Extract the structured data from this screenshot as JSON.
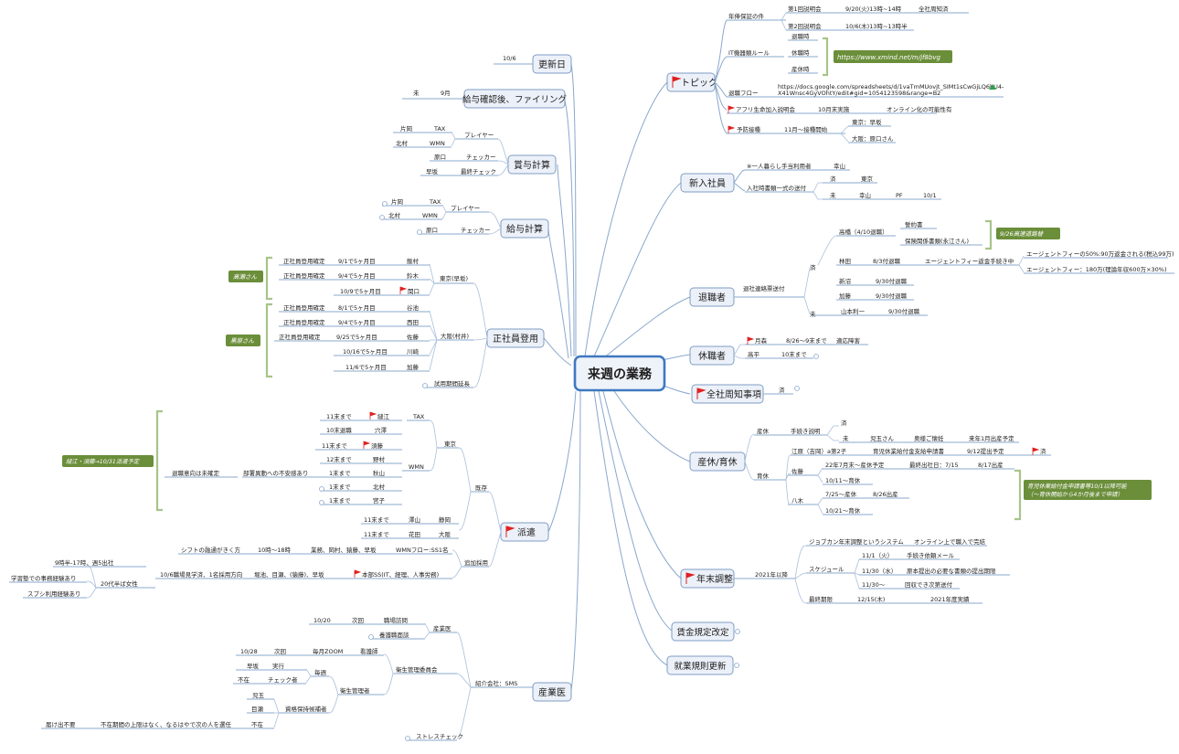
{
  "center": "来週の業務",
  "branches": {
    "topic": "トピック",
    "new_employee": "新入社員",
    "retiree": "退職者",
    "leave": "休職者",
    "notice": "全社周知事項",
    "childcare": "産休/育休",
    "year_end": "年末調整",
    "wage_rules": "賃金規定改定",
    "work_rules": "就業規則更新",
    "update_date": "更新日",
    "filing": "給与確認後、ファイリング",
    "bonus": "賞与計算",
    "payroll": "給与計算",
    "hiring": "正社員登用",
    "dispatch": "派遣",
    "doctor": "産業医"
  },
  "topic": {
    "pension": {
      "label": "年俸保証の件",
      "items": [
        {
          "name": "第1回説明会",
          "time": "9/20(火)13時~14時",
          "note": "全社周知済"
        },
        {
          "name": "第2回説明会",
          "time": "10/6(木)13時~13時半"
        }
      ]
    },
    "it_rule": {
      "label": "IT機器類ルール",
      "items": [
        "退職時",
        "休職時",
        "産休時"
      ],
      "link": "https://www.xmind.net/m/jf8bvg"
    },
    "exit_flow": {
      "label": "退職フロー",
      "url_line1": "https://docs.google.com/spreadsheets/d/1vaTmMUovjt_SIMt1sCwGjLQ6bU4-",
      "url_line2": "X41Wnsc4GyVOhtY/edit#gid=1054123598&range=B2"
    },
    "aflac": {
      "label": "アフリ生命加入説明会",
      "when": "10月末実施",
      "note": "オンライン化の可能性有"
    },
    "vaccine": {
      "label": "予防接種",
      "when": "11月〜接種開始",
      "tokyo": "東京：早坂",
      "osaka": "大阪：原口さん"
    }
  },
  "new_employee": {
    "single": "※一人暮らし手当利用者",
    "single_name": "幸山",
    "docs": "入社時書類一式の送付",
    "done": "済",
    "tokyo": "東京",
    "not_yet": "未",
    "name": "幸山",
    "pf": "PF",
    "date": "10/1"
  },
  "retiree": {
    "label": "退社連絡票送付",
    "done": "済",
    "not_yet": "未",
    "takahashi": "高橋（4/10退職）",
    "pledge": "誓約書",
    "insurance": "保険関係書類(永江さん)",
    "note_green": "9/26高速道路替",
    "hayashida": "林田",
    "hayashida_date": "8/3付退職",
    "agent_fee": "エージェントフィー返金手続き中",
    "refund1": "エージェントフィーの50%:90万返金される(税込99万)",
    "refund2": "エージェントフィー：180万(理論年収600万×30%)",
    "niizawa": "新沼",
    "niizawa_date": "9/30付退職",
    "kato": "加藤",
    "kato_date": "9/30付退職",
    "yamamoto": "山本利一",
    "yamamoto_date": "9/30付退職"
  },
  "leave": {
    "name1": "月森",
    "period": "8/26〜9末まで",
    "doc": "適応障害",
    "name2": "高平",
    "until": "10末まで"
  },
  "notice": {
    "done": "済"
  },
  "childcare": {
    "maternity": "産休",
    "explain": "手続き説明",
    "done": "済",
    "not_yet": "未",
    "kodama": "児玉さん",
    "hope": "奥様ご懐妊",
    "due": "来年1月出産予定",
    "ebara": "江原（吉岡）a第2子",
    "childcare_app": "育児休業給付金支給申請書",
    "deadline": "9/12提出予定",
    "done2": "済",
    "ikukyu": "育休",
    "sato": "佐藤",
    "sato1": "22年7月末〜産休予定",
    "sato2": "最終出社日：7/15",
    "sato3": "8/17出産",
    "sato4": "10/11〜育休",
    "yagi": "八木",
    "yagi1": "7/25〜産休",
    "yagi2": "8/26出産",
    "yagi3": "10/21〜育休",
    "green_note1": "育児休業給付金申請書等10/1以降可能",
    "green_note2": "（〜育休開始から4か月後まで申請）"
  },
  "year_end": {
    "after": "2021年以降",
    "system": "ジョブカン年末調整というシステム",
    "online": "オンライン上で職入で完結",
    "schedule": "スケジュール",
    "s1_date": "11/1（火）",
    "s1_text": "手続き依頼メール",
    "s2_date": "11/30（水）",
    "s2_text": "原本提出の必要な書類の提出期限",
    "s3_date": "11/30〜",
    "s3_text": "回収でき次第送付",
    "final": "最終期限",
    "final_date": "12/15(木)",
    "final_text": "2021年度実績"
  },
  "update_date": {
    "date": "10/6"
  },
  "filing": {
    "status": "未",
    "month": "9月"
  },
  "bonus": {
    "player": "プレイヤー",
    "checker": "チェッカー",
    "final": "最終チェック",
    "p1": "片岡",
    "p1_role": "TAX",
    "p2": "北村",
    "p2_role": "WMN",
    "c1": "原口",
    "f1": "早坂"
  },
  "payroll": {
    "player": "プレイヤー",
    "checker": "チェッカー",
    "p1": "片岡",
    "p1_role": "TAX",
    "p2": "北村",
    "p2_role": "WMN",
    "c1": "原口"
  },
  "hiring": {
    "tokyo": "東京(早坂)",
    "osaka": "大阪(村井)",
    "extend": "試用期間延長",
    "confirm": "正社員登用確定",
    "note_tokyo": "高瀬さん",
    "note_osaka": "黒原さん",
    "t": [
      {
        "date": "9/1で5ヶ月目",
        "name": "飯村"
      },
      {
        "date": "9/4で5ヶ月目",
        "name": "鈴木"
      },
      {
        "date": "10/9で5ヶ月目",
        "name": "関口"
      }
    ],
    "o": [
      {
        "date": "8/1で5ヶ月目",
        "name": "谷池"
      },
      {
        "date": "9/4で5ヶ月目",
        "name": "西田"
      },
      {
        "date": "9/25で5ヶ月目",
        "name": "佐藤"
      },
      {
        "date": "10/16で5ヶ月目",
        "name": "川崎"
      },
      {
        "date": "11/6で5ヶ月目",
        "name": "加藤"
      }
    ]
  },
  "dispatch": {
    "existing": "既存",
    "tokyo": "東京",
    "tax": "TAX",
    "wmn": "WMN",
    "undecided": "退職意向は未確定",
    "transfer": "部署異動への不安感あり",
    "green_note": "縫江・須藤→10/31派遣予定",
    "rows": [
      {
        "until": "11末まで",
        "name": "縫江"
      },
      {
        "until": "10末退職",
        "name": "穴澤"
      },
      {
        "until": "11末まで",
        "name": "須藤"
      },
      {
        "until": "12末まで",
        "name": "野村"
      },
      {
        "until": "1末まで",
        "name": "秋山"
      },
      {
        "until": "1末まで",
        "name": "北村"
      },
      {
        "until": "1末まで",
        "name": "宮子"
      }
    ],
    "osaka_rows": [
      {
        "until": "11末まで",
        "name": "澤山",
        "loc": "静岡"
      },
      {
        "until": "11末まで",
        "name": "花田",
        "loc": "大阪"
      }
    ],
    "additional": "追加採用",
    "shift": "シフトの融通がきく方",
    "hours": "10時〜18時",
    "team": "業務、岡村、猿藤、早坂",
    "wmn_flow": "WMNフロー:SS1名",
    "visit": "10/6職場見学済、1名採用方向",
    "staff": "堀池、目瀬、(猿藤)、早坂",
    "honbu": "本部SS(IT、経理、人事労務)",
    "female": "20代半ば女性",
    "q1": "9時半-17時、週5出社",
    "q2": "学習塾での事務経験あり",
    "q3": "スプシ利用経験あり"
  },
  "doctor": {
    "intro": "紹介会社：SMS",
    "doc": "産業医",
    "date1": "10/20",
    "next1": "次回",
    "visit": "職場訪問",
    "advice": "養護職面談",
    "committee": "衛生管理委員会",
    "date2": "10/28",
    "next2": "次回",
    "zoom": "毎月ZOOM",
    "meeting": "看護師",
    "weekly": "毎週",
    "hs": "早坂",
    "do": "実行",
    "absent": "不在",
    "checker": "チェック者",
    "manager": "衛生管理者",
    "k1": "児玉",
    "k2": "目瀬",
    "cert": "資格保持候補者",
    "absent2": "不在",
    "not_needed": "届け出不要",
    "long": "不在期間の上限はなく、なるはやで次の人を選任",
    "stress": "ストレスチェック"
  }
}
